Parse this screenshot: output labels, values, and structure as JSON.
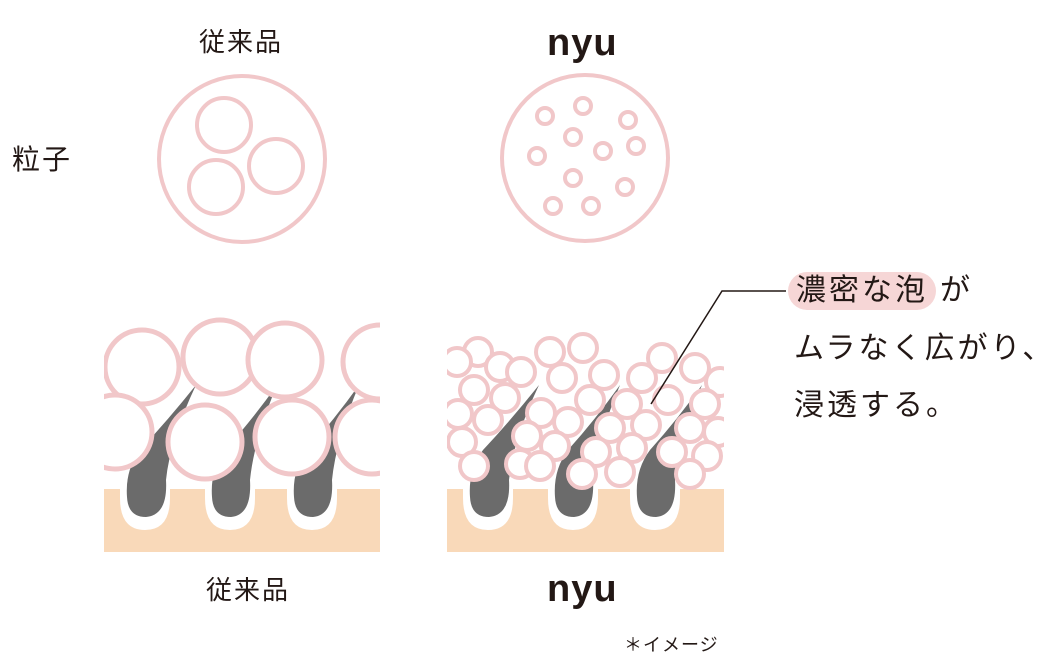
{
  "top": {
    "conventional_label": "従来品",
    "nyu_label": "nyu",
    "row_label": "粒子"
  },
  "bottom": {
    "conventional_label": "従来品",
    "nyu_label": "nyu"
  },
  "callout": {
    "highlight": "濃密な泡",
    "line1_rest": "が",
    "line2": "ムラなく広がり、",
    "line3": "浸透する。"
  },
  "note": "＊イメージ",
  "colors": {
    "bubble_stroke": "#f1c7c9",
    "skin": "#f9d9b9",
    "hair": "#6b6b6b",
    "highlight": "#f6d6d6",
    "text": "#231815"
  }
}
